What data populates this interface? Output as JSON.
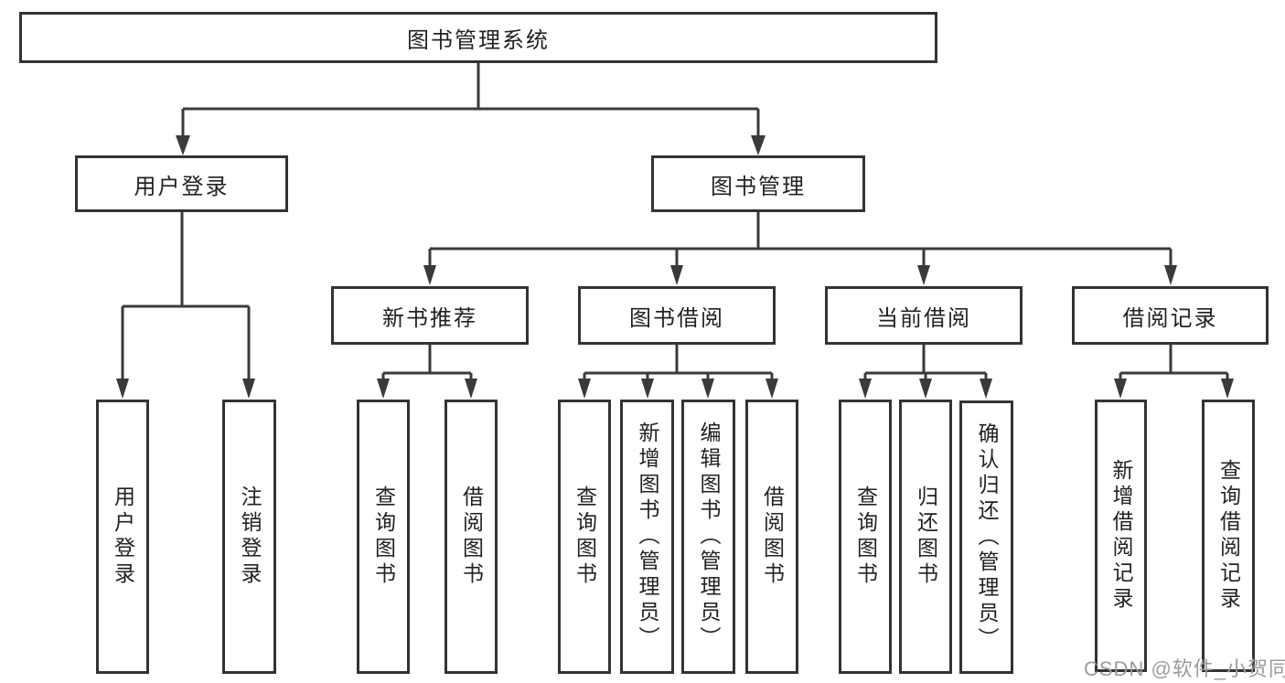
{
  "tree": {
    "root": {
      "label": "图书管理系统"
    },
    "children": [
      {
        "label": "用户登录",
        "children": [
          {
            "label": "用户登录"
          },
          {
            "label": "注销登录"
          }
        ]
      },
      {
        "label": "图书管理",
        "children": [
          {
            "label": "新书推荐",
            "children": [
              {
                "label": "查询图书"
              },
              {
                "label": "借阅图书"
              }
            ]
          },
          {
            "label": "图书借阅",
            "children": [
              {
                "label": "查询图书"
              },
              {
                "label": "新增图书（管理员）"
              },
              {
                "label": "编辑图书（管理员）"
              },
              {
                "label": "借阅图书"
              }
            ]
          },
          {
            "label": "当前借阅",
            "children": [
              {
                "label": "查询图书"
              },
              {
                "label": "归还图书"
              },
              {
                "label": "确认归还（管理员）"
              }
            ]
          },
          {
            "label": "借阅记录",
            "children": [
              {
                "label": "新增借阅记录"
              },
              {
                "label": "查询借阅记录"
              }
            ]
          }
        ]
      }
    ]
  },
  "watermark": {
    "text": "CSDN @软件_小贺同学"
  },
  "colors": {
    "line": "#3a3a3a",
    "box_border": "#333333",
    "box_fill": "#ffffff",
    "text": "#222222",
    "watermark": "#9b9b9b",
    "bg": "#ffffff"
  }
}
